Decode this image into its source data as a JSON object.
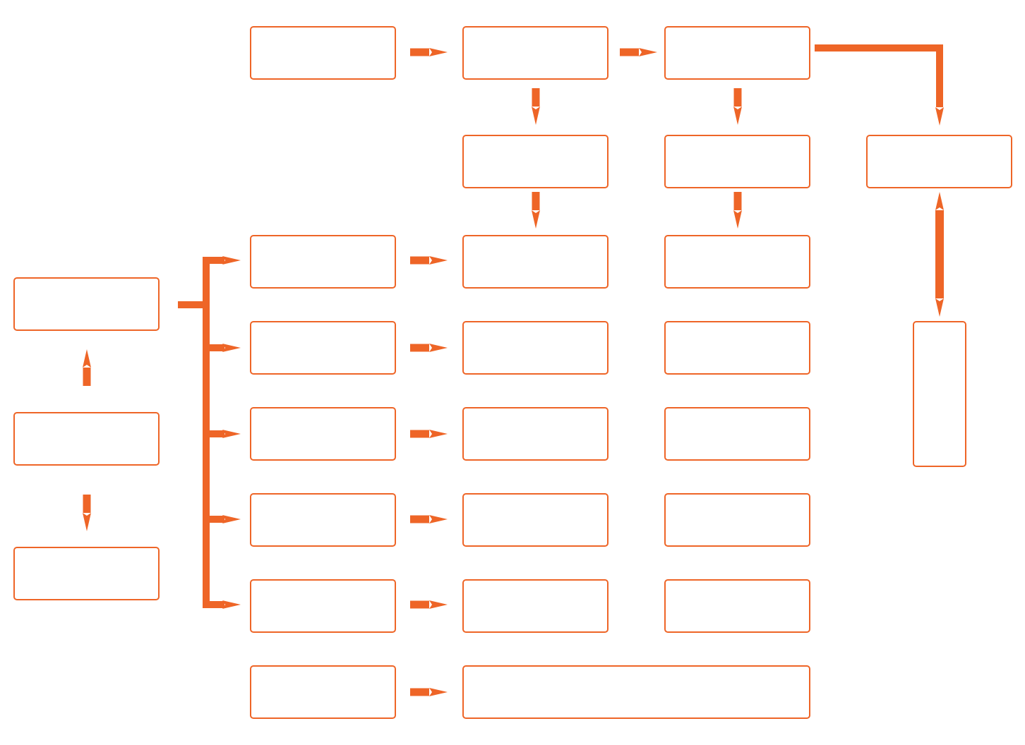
{
  "colors": {
    "accent": "#ee6527",
    "background": "#ffffff"
  },
  "diagram": {
    "type": "flowchart",
    "node_count": 31,
    "nodes": [
      {
        "id": "n1",
        "label": ""
      },
      {
        "id": "n2",
        "label": ""
      },
      {
        "id": "n3",
        "label": ""
      },
      {
        "id": "n4",
        "label": ""
      },
      {
        "id": "n5",
        "label": ""
      },
      {
        "id": "n6",
        "label": ""
      },
      {
        "id": "n7",
        "label": ""
      },
      {
        "id": "n8",
        "label": ""
      },
      {
        "id": "n9",
        "label": ""
      },
      {
        "id": "n10",
        "label": ""
      },
      {
        "id": "n11",
        "label": ""
      },
      {
        "id": "n12",
        "label": ""
      },
      {
        "id": "n13",
        "label": ""
      },
      {
        "id": "n14",
        "label": ""
      },
      {
        "id": "n15",
        "label": ""
      },
      {
        "id": "n16",
        "label": ""
      },
      {
        "id": "n17",
        "label": ""
      },
      {
        "id": "n18",
        "label": ""
      },
      {
        "id": "n19",
        "label": ""
      },
      {
        "id": "n20",
        "label": ""
      },
      {
        "id": "n21",
        "label": ""
      },
      {
        "id": "n22",
        "label": ""
      },
      {
        "id": "n23",
        "label": ""
      },
      {
        "id": "n24",
        "label": ""
      },
      {
        "id": "n25",
        "label": ""
      },
      {
        "id": "n26",
        "label": ""
      },
      {
        "id": "n27",
        "label": ""
      },
      {
        "id": "n28",
        "label": ""
      },
      {
        "id": "n29",
        "label": ""
      },
      {
        "id": "n30",
        "label": ""
      },
      {
        "id": "n31",
        "label": ""
      }
    ],
    "edges": [
      {
        "from": "n1",
        "to": "n2"
      },
      {
        "from": "n2",
        "to": "n3"
      },
      {
        "from": "n3",
        "to": "n6"
      },
      {
        "from": "n2",
        "to": "n4"
      },
      {
        "from": "n3",
        "to": "n5"
      },
      {
        "from": "n4",
        "to": "n7"
      },
      {
        "from": "n5",
        "to": "n8"
      },
      {
        "from": "n6",
        "to": "n9",
        "bidirectional": true
      },
      {
        "from": "n11",
        "to": "n10"
      },
      {
        "from": "n11",
        "to": "n12"
      },
      {
        "from": "n10",
        "to": "n13"
      },
      {
        "from": "n10",
        "to": "n14"
      },
      {
        "from": "n10",
        "to": "n15"
      },
      {
        "from": "n10",
        "to": "n16"
      },
      {
        "from": "n10",
        "to": "n17"
      },
      {
        "from": "n13",
        "to": "n7"
      },
      {
        "from": "n14",
        "to": "n19"
      },
      {
        "from": "n15",
        "to": "n20"
      },
      {
        "from": "n16",
        "to": "n21"
      },
      {
        "from": "n17",
        "to": "n22"
      },
      {
        "from": "n18",
        "to": "n28"
      }
    ]
  }
}
